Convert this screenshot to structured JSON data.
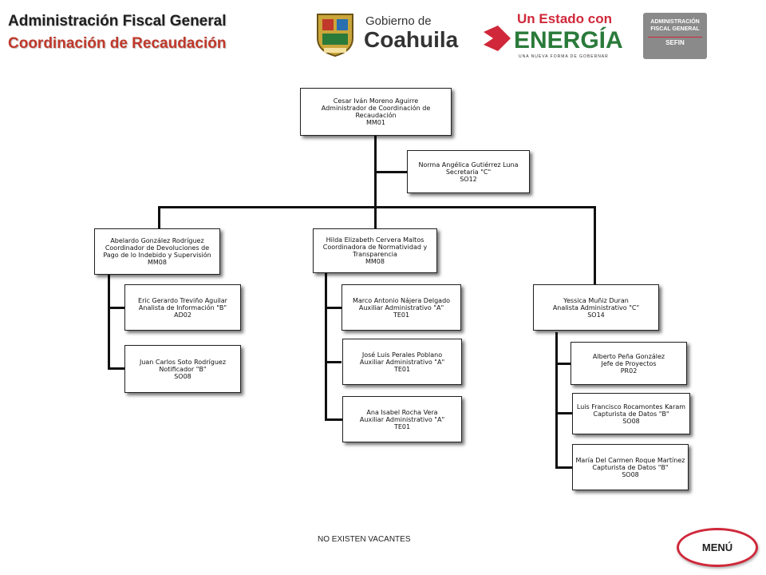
{
  "header": {
    "title": "Administración Fiscal General",
    "subtitle": "Coordinación de Recaudación"
  },
  "logos": {
    "coahuila_text1": "Gobierno de",
    "coahuila_text2": "Coahuila",
    "energia_text1": "Un Estado con",
    "energia_text2": "ENERGÍA",
    "energia_text3": "UNA NUEVA FORMA DE GOBERNAR",
    "afg_text1": "ADMINISTRACIÓN",
    "afg_text2": "FISCAL GENERAL",
    "afg_text3": "SEFIN"
  },
  "org": {
    "root": [
      "Cesar Iván Moreno Aguirre",
      "Administrador de Coordinación de Recaudación",
      "MM01"
    ],
    "secretary": [
      "Norma Angélica Gutiérrez Luna",
      "Secretaria \"C\"",
      "SO12"
    ],
    "abelardo": [
      "Abelardo González Rodríguez",
      "Coordinador de Devoluciones de Pago de lo Indebido y Supervisión",
      "MM08"
    ],
    "eric": [
      "Eric Gerardo Treviño Aguilar",
      "Analista de Información \"B\"",
      "AD02"
    ],
    "juan": [
      "Juan Carlos Soto Rodríguez",
      "Notificador \"B\"",
      "SO08"
    ],
    "hilda": [
      "Hilda Elizabeth Cervera Maltos",
      "Coordinadora de Normatividad y Transparencia",
      "MM08"
    ],
    "marco": [
      "Marco Antonio Nájera Delgado",
      "Auxiliar Administrativo \"A\"",
      "TE01"
    ],
    "jose": [
      "José Luis Perales Poblano",
      "Auxiliar Administrativo \"A\"",
      "TE01"
    ],
    "ana": [
      "Ana Isabel Rocha Vera",
      "Auxiliar Administrativo \"A\"",
      "TE01"
    ],
    "yessica": [
      "Yessica Muñiz Duran",
      "Analista Administrativo \"C\"",
      "SO14"
    ],
    "alberto": [
      "Alberto Peña González",
      "Jefe de Proyectos",
      "PR02"
    ],
    "luis": [
      "Luis Francisco Rocamontes Karam",
      "Capturista de Datos \"B\"",
      "SO08"
    ],
    "maria": [
      "María Del Carmen Roque Martínez",
      "Capturista de Datos \"B\"",
      "SO08"
    ]
  },
  "footer": {
    "note": "NO EXISTEN VACANTES",
    "menu_label": "MENÚ"
  },
  "colors": {
    "accent_red": "#c0392b",
    "menu_border": "#d0283a",
    "coahuila_green": "#2a7a3a"
  }
}
